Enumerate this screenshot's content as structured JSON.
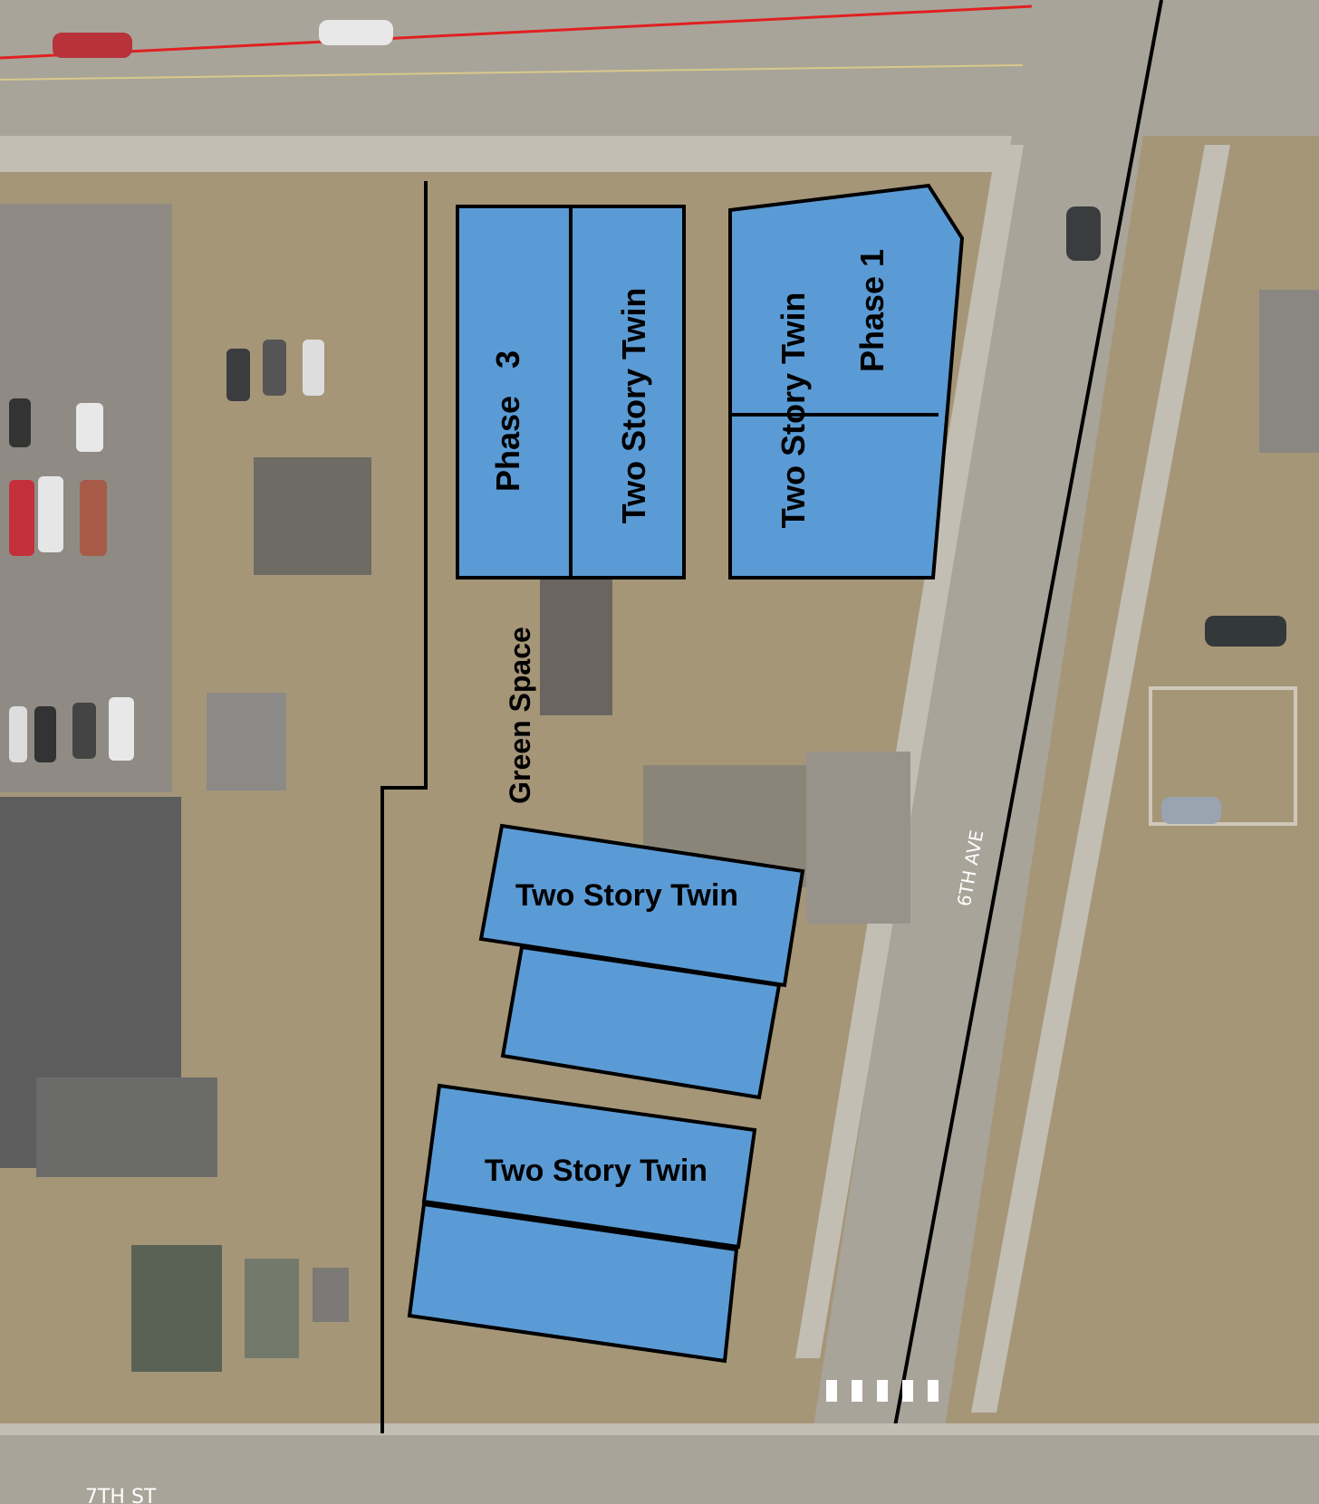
{
  "labels": {
    "phase3": "Phase   3",
    "phase1": "Phase 1",
    "twin_a": "Two Story Twin",
    "twin_b": "Two Story Twin",
    "twin_c": "Two Story Twin",
    "twin_d": "Two Story Twin",
    "green_space": "Green Space"
  },
  "streets": {
    "sixth_ave": "6TH AVE",
    "seventh_st": "7TH ST"
  },
  "colors": {
    "building_fill": "#5b9bd5",
    "outline": "#000000",
    "road": "#a9a49a",
    "grass": "#b1a07d",
    "parking_line": "#e02020"
  }
}
